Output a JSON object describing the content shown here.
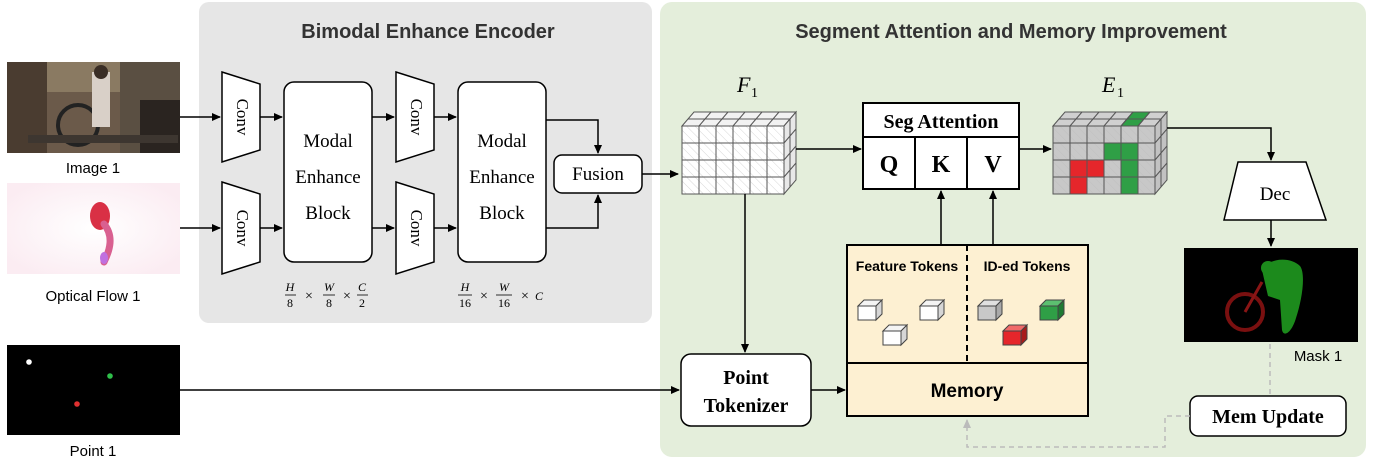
{
  "inputs": {
    "image_label": "Image 1",
    "flow_label": "Optical Flow 1",
    "point_label": "Point 1"
  },
  "encoder": {
    "title": "Bimodal Enhance Encoder",
    "conv": "Conv",
    "block1": [
      "Modal",
      "Enhance",
      "Block"
    ],
    "block2": [
      "Modal",
      "Enhance",
      "Block"
    ],
    "fusion": "Fusion",
    "dim1": {
      "a": "H",
      "ad": "8",
      "b": "W",
      "bd": "8",
      "c": "C",
      "cd": "2"
    },
    "dim2": {
      "a": "H",
      "ad": "16",
      "b": "W",
      "bd": "16",
      "c": "C"
    },
    "times": "×"
  },
  "segment": {
    "title": "Segment Attention and Memory Improvement",
    "f1": {
      "base": "F",
      "sub": "1"
    },
    "e1": {
      "base": "E",
      "sub": "1"
    },
    "seg_attention": "Seg Attention",
    "q": "Q",
    "k": "K",
    "v": "V",
    "feature_tokens": "Feature Tokens",
    "ided_tokens": "ID-ed Tokens",
    "memory": "Memory",
    "point_tokenizer": [
      "Point",
      "Tokenizer"
    ],
    "dec": "Dec",
    "mask_label": "Mask 1",
    "mem_update": "Mem Update"
  },
  "colors": {
    "encoder_bg": "#e6e6e6",
    "segment_bg": "#e4eedb",
    "memory_bg": "#fdf0d2",
    "red_token": "#e5262b",
    "green_token": "#2f9f46",
    "gray_cell": "#c8c8c8"
  }
}
